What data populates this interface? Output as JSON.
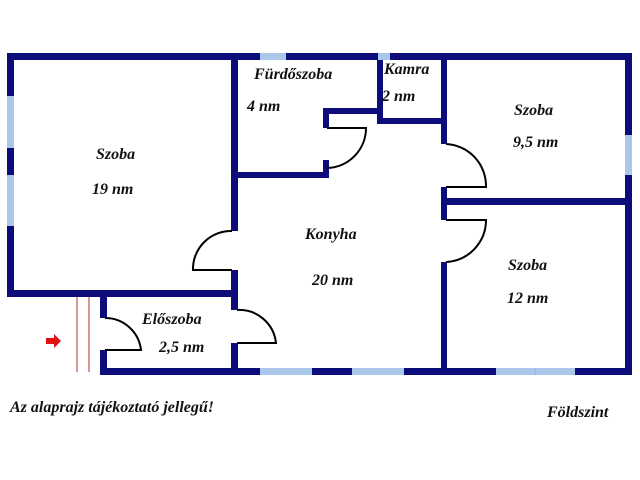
{
  "colors": {
    "wall": "#0c0c7a",
    "window": "#a9c8ec",
    "door": "#000000",
    "entrance_arrow": "#e01010",
    "entrance_lines": "#b03030"
  },
  "rooms": [
    {
      "id": "szoba-1",
      "name": "Szoba",
      "area": "19 nm"
    },
    {
      "id": "furdoszoba",
      "name": "Fürdőszoba",
      "area": "4 nm"
    },
    {
      "id": "kamra",
      "name": "Kamra",
      "area": "2 nm"
    },
    {
      "id": "szoba-2",
      "name": "Szoba",
      "area": "9,5 nm"
    },
    {
      "id": "konyha",
      "name": "Konyha",
      "area": "20 nm"
    },
    {
      "id": "szoba-3",
      "name": "Szoba",
      "area": "12 nm"
    },
    {
      "id": "eloszoba",
      "name": "Előszoba",
      "area": "2,5 nm"
    }
  ],
  "footer": {
    "disclaimer": "Az alaprajz tájékoztató jellegű!",
    "floor": "Földszint"
  }
}
